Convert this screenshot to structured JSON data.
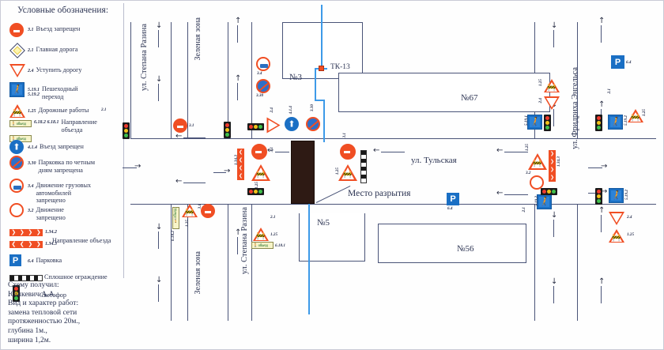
{
  "legend": {
    "title": "Условные обозначения:",
    "items": [
      {
        "icon": "no-entry-sign-icon",
        "code": "3.1",
        "label": "Въезд запрещен"
      },
      {
        "icon": "priority-road-sign-icon",
        "code": "2.1",
        "label": "Главная дорога"
      },
      {
        "icon": "give-way-sign-icon",
        "code": "2.4",
        "label": "Уступить дорогу"
      },
      {
        "icon": "pedestrian-crossing-sign-icon",
        "code": "5.19.1\n5.19.2",
        "label": "Пешеходный\nпереход"
      },
      {
        "icon": "road-works-sign-icon",
        "code": "1.25",
        "label": "Дорожные работы"
      },
      {
        "icon": "detour-direction-sign-icon",
        "code": "6.18.2\n6.18.1",
        "label": "Направление\nобъезда"
      },
      {
        "icon": "mandatory-direction-sign-icon",
        "code": "4.1.4",
        "label": "Въезд запрещен"
      },
      {
        "icon": "no-parking-even-days-sign-icon",
        "code": "3.30",
        "label": "Парковка по четным\nдням запрещена"
      },
      {
        "icon": "no-trucks-sign-icon",
        "code": "3.4",
        "label": "Движение грузовых\nавтомобилей\nзапрещено"
      },
      {
        "icon": "no-vehicles-sign-icon",
        "code": "3.2",
        "label": "Движение\nзапрещено"
      },
      {
        "icon": "chevron-barrier-right-icon",
        "code": "1.34.2",
        "label": ""
      },
      {
        "icon": "chevron-barrier-left-right-icon",
        "code": "1.34.3",
        "label": ""
      },
      {
        "icon": "parking-sign-icon",
        "code": "6.4",
        "label": "Парковка"
      },
      {
        "icon": "solid-fence-icon",
        "code": "",
        "label": "Сплошное ограждение"
      },
      {
        "icon": "traffic-light-icon",
        "code": "",
        "label": "Светофор"
      }
    ],
    "detour_caption": "Направление объезда"
  },
  "notes": {
    "lines": [
      "Схему получил:",
      "Юшкевич А.А.",
      "Вид и характер работ:",
      "замена тепловой сети",
      "протяженностью 20м.,",
      "глубина 1м.,",
      "ширина 1,2м."
    ]
  },
  "map": {
    "streets": [
      {
        "name": "ул. Степана Разина",
        "id": "street-razina-top"
      },
      {
        "name": "ул. Степана Разина",
        "id": "street-razina-bottom"
      },
      {
        "name": "ул. Тульская",
        "id": "street-tulskaya"
      },
      {
        "name": "ул. Фридриха Энгельса",
        "id": "street-engelsa"
      }
    ],
    "green_zones": [
      {
        "name": "Зеленая зона",
        "id": "green-zone-top"
      },
      {
        "name": "Зеленая зона",
        "id": "green-zone-bottom"
      }
    ],
    "buildings": [
      {
        "number": "№3"
      },
      {
        "number": "№67"
      },
      {
        "number": "№5"
      },
      {
        "number": "№56"
      }
    ],
    "chamber_label": "ТК-13",
    "excavation_label": "Место разрытия",
    "codes": {
      "no_entry": "3.1",
      "priority": "2.1",
      "give_way": "2.4",
      "ped_crossing_1": "5.19.1",
      "ped_crossing_2": "5.19.2",
      "road_works": "1.25",
      "detour_1": "6.18.1",
      "detour_2": "6.18.2",
      "mandatory": "4.1.4",
      "no_parking_even": "3.30",
      "no_trucks": "3.4",
      "no_vehicles": "3.2",
      "chevron_right": "1.34.2",
      "chevron_both": "1.34.3",
      "parking": "6.4"
    }
  },
  "colors": {
    "sign_red": "#f04e23",
    "sign_blue": "#1a6fc4",
    "road": "#4a5478",
    "pipe": "#3d9ae8",
    "text": "#2b3352",
    "excavation": "#2e1a14"
  }
}
